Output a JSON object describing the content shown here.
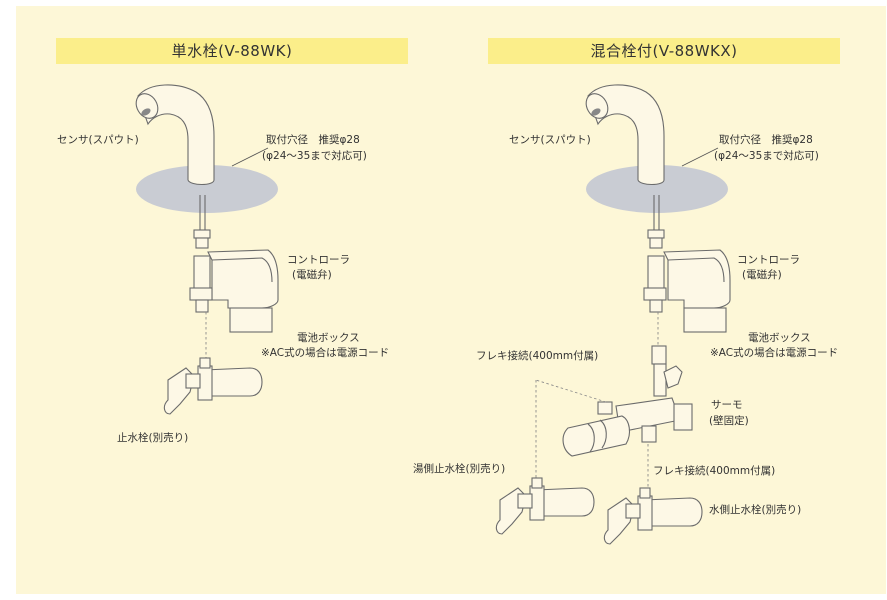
{
  "left": {
    "title": "単水栓(V-88WK)",
    "sensor_label": "センサ(スパウト)",
    "hole_line1": "取付穴径　推奨φ28",
    "hole_line2": "(φ24〜35まで対応可)",
    "controller_line1": "コントローラ",
    "controller_line2": "(電磁弁)",
    "battery_line1": "電池ボックス",
    "battery_line2": "※AC式の場合は電源コード",
    "stop_valve": "止水栓(別売り)"
  },
  "right": {
    "title": "混合栓付(V-88WKX)",
    "sensor_label": "センサ(スパウト)",
    "hole_line1": "取付穴径　推奨φ28",
    "hole_line2": "(φ24〜35まで対応可)",
    "controller_line1": "コントローラ",
    "controller_line2": "(電磁弁)",
    "battery_line1": "電池ボックス",
    "battery_line2": "※AC式の場合は電源コード",
    "flex_top": "フレキ接続(400mm付属)",
    "thermo_line1": "サーモ",
    "thermo_line2": "(壁固定)",
    "hot_valve": "湯側止水栓(別売り)",
    "flex_bottom": "フレキ接続(400mm付属)",
    "cold_valve": "水側止水栓(別売り)"
  },
  "colors": {
    "panel": "#fdf7d7",
    "title_bar": "#fbee8a",
    "counter": "#c9ccd3",
    "outline": "#6b6b6b",
    "fill": "#fdf8e6"
  }
}
